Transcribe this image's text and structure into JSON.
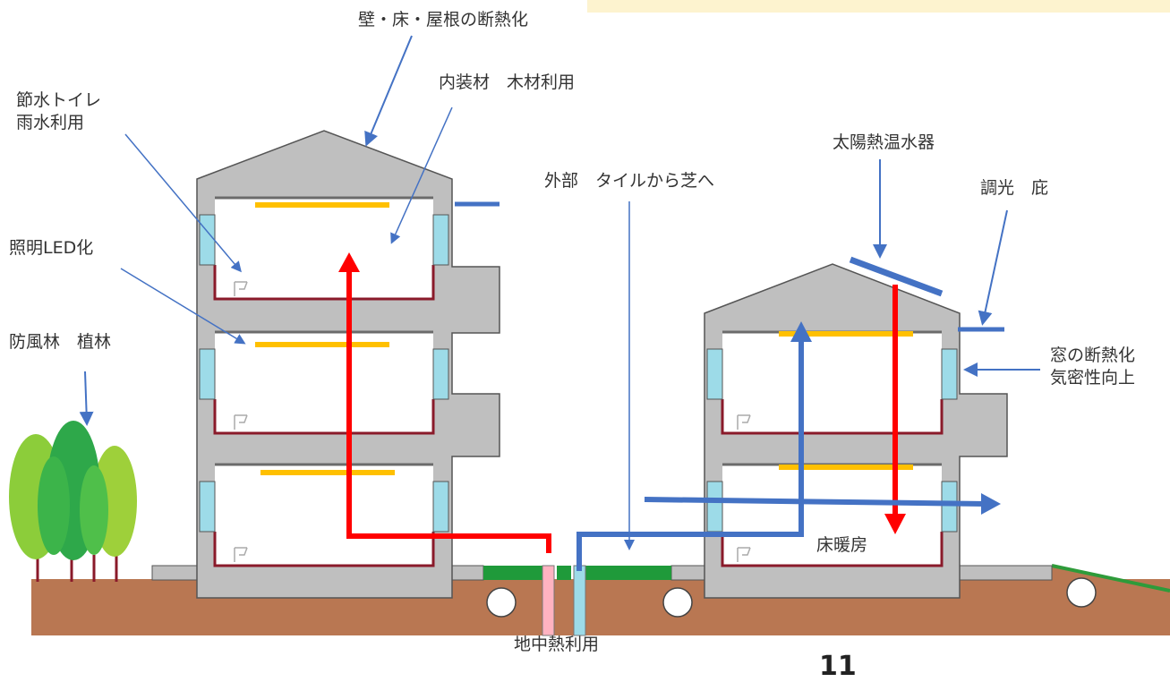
{
  "labels": {
    "insulation": "壁・床・屋根の断熱化",
    "interior_wood": "内装材　木材利用",
    "water": "節水トイレ\n雨水利用",
    "led": "照明LED化",
    "windbreak": "防風林　植林",
    "solar": "太陽熱温水器",
    "exterior": "外部　タイルから芝へ",
    "shade": "調光　庇",
    "window": "窓の断熱化\n気密性向上",
    "floor_heating": "床暖房",
    "geothermal": "地中熱利用"
  },
  "page_number": "11",
  "colors": {
    "ground": "#b97752",
    "building": "#bfbfbf",
    "window": "#9ddbe8",
    "floor_line": "#8a1a2a",
    "led": "#ffc000",
    "warm_flow": "#ff0000",
    "cool_flow": "#4472c4",
    "lawn": "#1f9a3a",
    "callout": "#4472c4"
  }
}
